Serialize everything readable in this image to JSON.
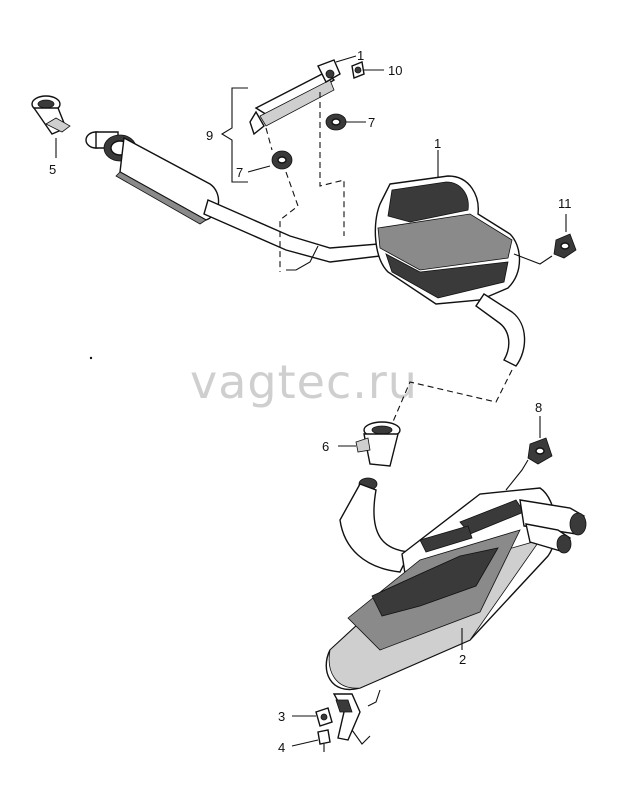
{
  "watermark": "vagtec.ru",
  "callouts": {
    "c1a": "1",
    "c10": "10",
    "c9": "9",
    "c7a": "7",
    "c7b": "7",
    "c5": "5",
    "c1b": "1",
    "c11": "11",
    "c8": "8",
    "c6": "6",
    "c2": "2",
    "c3": "3",
    "c4": "4"
  }
}
